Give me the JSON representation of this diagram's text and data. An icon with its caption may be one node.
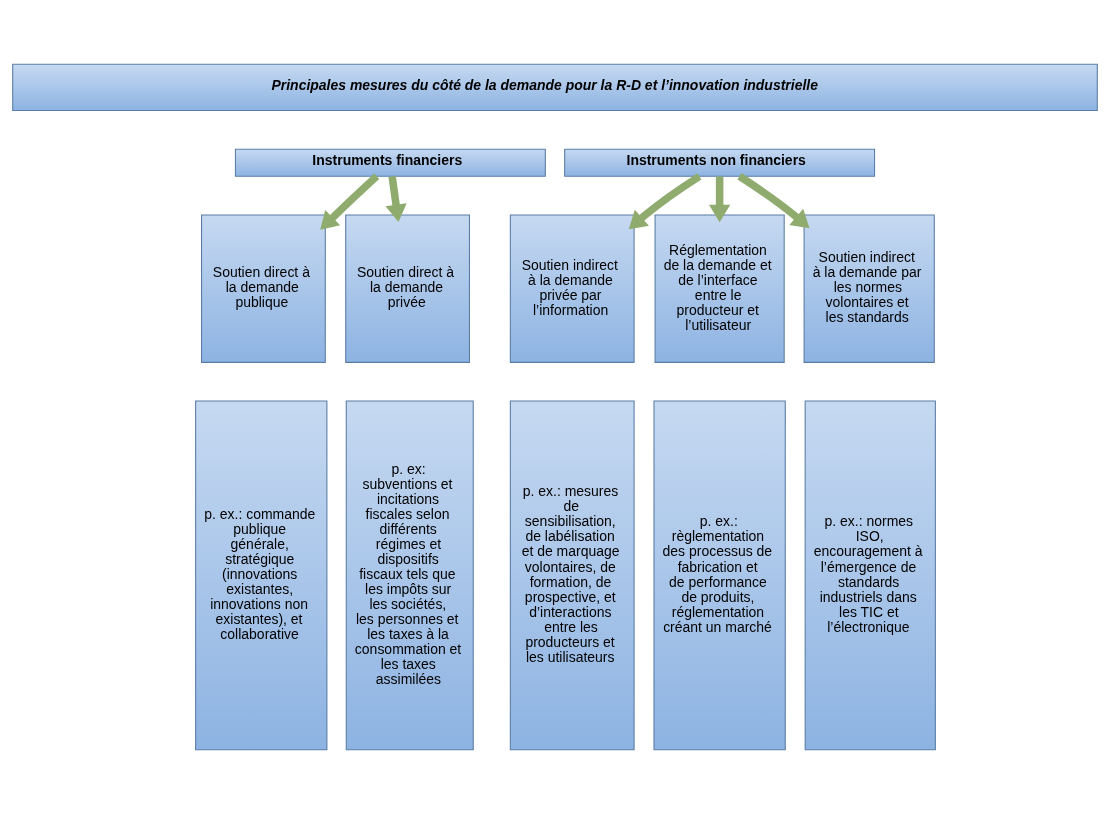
{
  "diagram": {
    "nodes": [
      {
        "text": [
          "Principales mesures du côté de la demande pour la R-D et l’innovation industrielle"
        ]
      },
      {
        "text": [
          "Instruments financiers"
        ]
      },
      {
        "text": [
          "Instruments non financiers"
        ]
      },
      {
        "text": [
          "Soutien direct à la demande publique"
        ]
      },
      {
        "text": [
          "Soutien direct à la demande privée"
        ]
      },
      {
        "text": [
          "Soutien indirect à la demande privée par l’information"
        ]
      },
      {
        "text": [
          "Réglementation de la demande et de l’interface entre le producteur et l’utilisateur"
        ]
      },
      {
        "text": [
          "Soutien indirect à la demande par les normes volontaires et les standards"
        ]
      },
      {
        "text": [
          "p. ex.: commande publique générale, stratégique (innovations existantes, innovations non existantes), et collaborative"
        ]
      },
      {
        "text": [
          "p. ex: subventions et incitations fiscales selon différents régimes et dispositifs fiscaux tels que les impôts sur les sociétés, les personnes et les taxes à la consommation et les taxes assimilées"
        ]
      },
      {
        "text": [
          "p. ex.: mesures de sensibilisation, de labélisation et de marquage volontaires, de formation, de prospective, et d’interactions entre les producteurs et les utilisateurs"
        ]
      },
      {
        "text": [
          "p. ex.: règlementation des processus de fabrication et de performance de produits, réglementation créant un marché"
        ]
      },
      {
        "text": [
          "p. ex.: normes ISO, encouragement à l’émergence de standards industriels dans les TIC et l’électronique"
        ]
      }
    ],
    "edges": [
      {
        "from": 1,
        "to": 3,
        "arrow": "to"
      },
      {
        "from": 1,
        "to": 4,
        "arrow": "to"
      },
      {
        "from": 2,
        "to": 5,
        "arrow": "to"
      },
      {
        "from": 2,
        "to": 6,
        "arrow": "to"
      },
      {
        "from": 2,
        "to": 7,
        "arrow": "to"
      }
    ]
  }
}
